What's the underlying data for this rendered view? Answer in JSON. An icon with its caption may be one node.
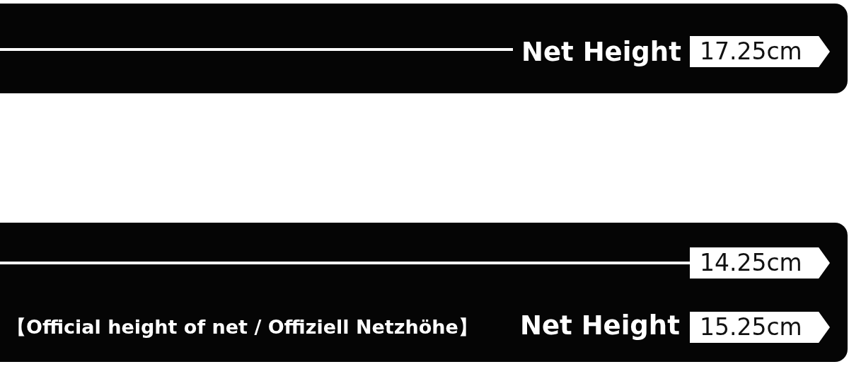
{
  "diagram": {
    "nodes": [
      {
        "text": [
          "Net Height"
        ]
      },
      {
        "text": [
          "17.25cm"
        ],
        "in": 0
      },
      {
        "text": [
          "【Official height of net / Offiziell Netzhöhe】",
          "Net Height"
        ]
      },
      {
        "text": [
          "14.25cm"
        ],
        "in": 2
      },
      {
        "text": [
          "15.25cm"
        ],
        "in": 2
      }
    ]
  }
}
